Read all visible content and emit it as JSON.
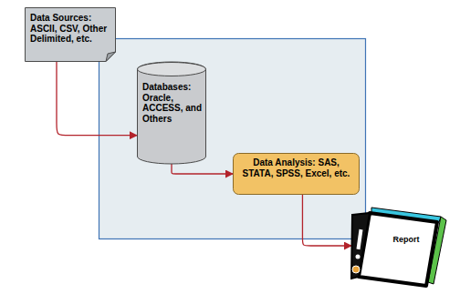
{
  "diagram": {
    "nodes": [
      {
        "text": [
          "Data Sources: ASCII, CSV, Other Delimited, etc."
        ]
      },
      {
        "text": [
          "Databases: Oracle, ACCESS, and Others"
        ]
      },
      {
        "text": [
          "Data Analysis: SAS, STATA, SPSS, Excel, etc."
        ]
      },
      {
        "text": [
          "Report"
        ]
      }
    ],
    "edges": [
      {
        "from": 0,
        "to": 1,
        "arrow": "to"
      },
      {
        "from": 1,
        "to": 2,
        "arrow": "to"
      },
      {
        "from": 2,
        "to": 3,
        "arrow": "to"
      }
    ]
  }
}
